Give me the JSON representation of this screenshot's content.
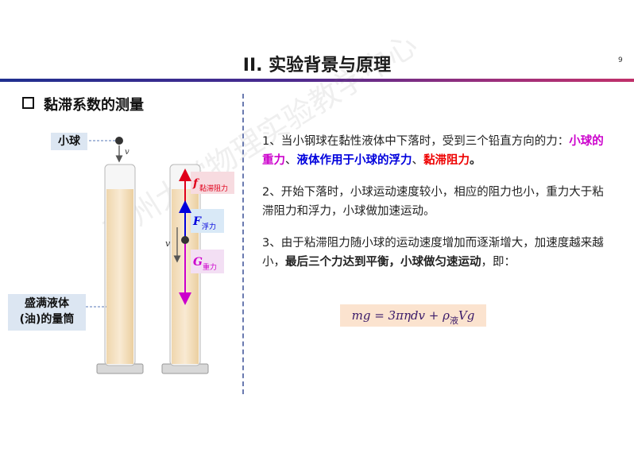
{
  "slide": {
    "title": "II. 实验背景与原理",
    "page_number": "9",
    "section_heading": "黏滞系数的测量"
  },
  "diagram": {
    "ball_label": "小球",
    "cylinder_label_line1": "盛满液体",
    "cylinder_label_line2": "(油)的量筒",
    "velocity_symbol": "v",
    "forces": {
      "viscous": {
        "symbol": "f",
        "subscript": "黏滞阻力",
        "color": "#e0001a"
      },
      "buoyancy": {
        "symbol": "F",
        "subscript": "浮力",
        "color": "#0000dd"
      },
      "gravity": {
        "symbol": "G",
        "subscript": "重力",
        "color": "#cc00cc"
      }
    }
  },
  "text": {
    "p1_lead": "1、当小钢球在黏性液体中下落时，受到三个铅直方向的力：",
    "p1_gravity": "小球的重力",
    "p1_sep1": "、",
    "p1_buoyancy": "液体作用于小球的浮力",
    "p1_sep2": "、",
    "p1_viscous": "黏滞阻力",
    "p1_end": "。",
    "p2": "2、开始下落时，小球运动速度较小，相应的阻力也小，重力大于粘滞阻力和浮力，小球做加速运动。",
    "p3_lead": "3、由于粘滞阻力随小球的运动速度增加而逐渐增大，加速度越来越小，",
    "p3_bold": "最后三个力达到平衡，小球做匀速运动",
    "p3_end": "，即："
  },
  "formula": {
    "main": "mg = 3πηdv + ρ",
    "subscript": "液",
    "tail": "Vg"
  },
  "watermark": "苏州大学物理实验教学中心"
}
